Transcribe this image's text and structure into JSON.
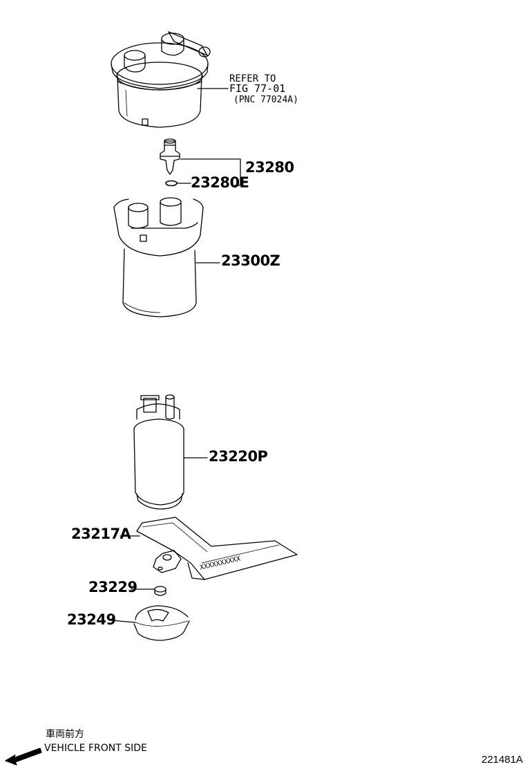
{
  "parts": {
    "filter_ref": {
      "line1": "REFER TO",
      "line2": "FIG 77-01",
      "line3": "(PNC 77024A)"
    },
    "regulator": "23280",
    "oring": "23280E",
    "filter_case": "23300Z",
    "fuel_pump": "23220P",
    "bracket": "23217A",
    "cushion": "23229",
    "retainer": "23249"
  },
  "bracket_marking": "XXXXXXXXXX",
  "direction": {
    "line1": "車両前方",
    "line2": "VEHICLE FRONT SIDE"
  },
  "illustration_code": "221481A"
}
